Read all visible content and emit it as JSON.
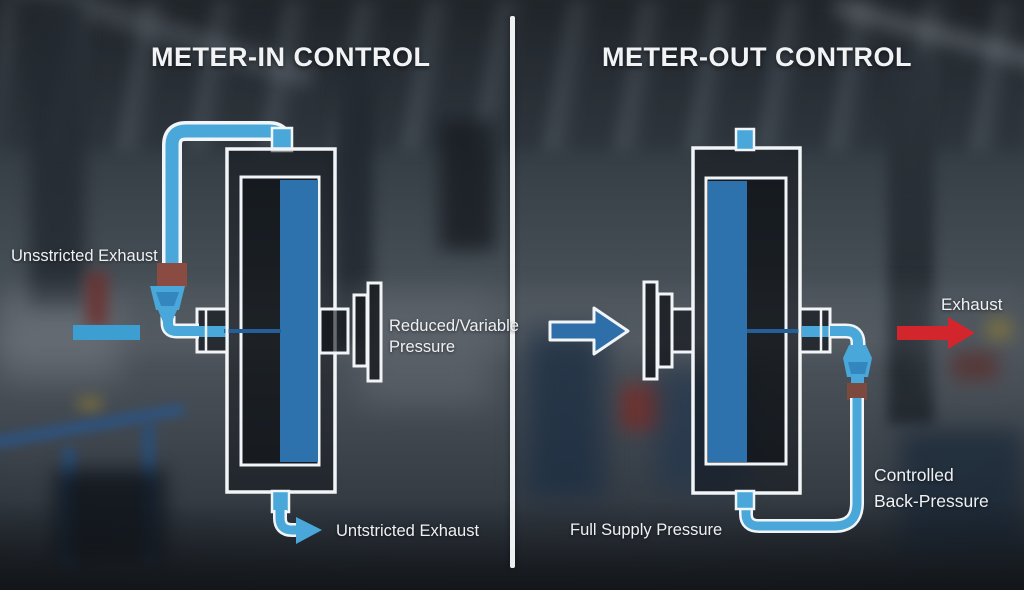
{
  "left_panel": {
    "title": "METER-IN CONTROL",
    "unrestricted_exhaust_top": "Unsstricted Exhaust",
    "reduced_pressure_line1": "Reduced/Variable",
    "reduced_pressure_line2": "Pressure",
    "unrestricted_exhaust_bottom": "Untstricted Exhaust"
  },
  "right_panel": {
    "title": "METER-OUT CONTROL",
    "exhaust_label": "Exhaust",
    "back_pressure_line1": "Controlled",
    "back_pressure_line2": "Back-Pressure",
    "full_supply_label": "Full Supply Pressure"
  },
  "colors": {
    "pipe_blue": "#49a7d9",
    "piston_blue": "#2e72ad",
    "arrow_blue": "#2f6fa9",
    "valve_brown": "#8a4b42",
    "arrow_red": "#d2262c",
    "outline_white": "#f2f5f7",
    "divider_white": "#fafbfc"
  }
}
